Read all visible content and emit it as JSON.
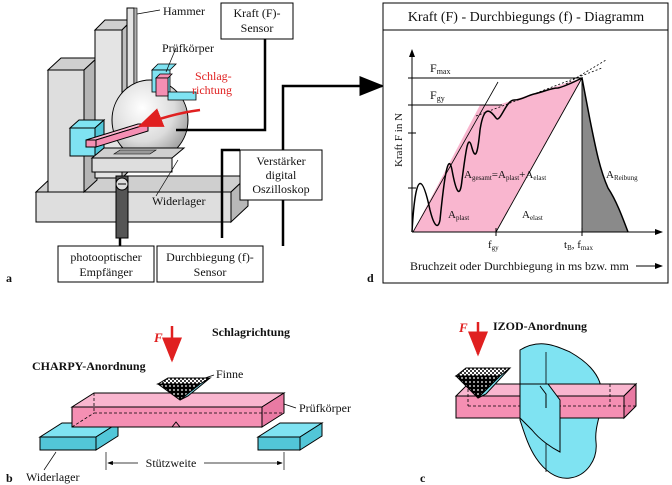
{
  "panel_a": {
    "letter": "a",
    "hammer": "Hammer",
    "pruefkoerper": "Prüfkörper",
    "schlag_1": "Schlag-",
    "schlag_2": "richtung",
    "kraft_1": "Kraft (F)-",
    "kraft_2": "Sensor",
    "verstaerker_1": "Verstärker",
    "verstaerker_2": "digital",
    "verstaerker_3": "Oszilloskop",
    "widerlager": "Widerlager",
    "photo_1": "photooptischer",
    "photo_2": "Empfänger",
    "durch_1": "Durchbiegung (f)-",
    "durch_2": "Sensor"
  },
  "panel_d": {
    "letter": "d",
    "title": "Kraft (F) - Durchbiegungs (f) - Diagramm",
    "y_label": "Kraft F in N",
    "x_label": "Bruchzeit oder Durchbiegung in ms bzw. mm",
    "fmax": "F",
    "fmax_sub": "max",
    "fgy": "F",
    "fgy_sub": "gy",
    "a_ges": "A",
    "a_ges_sub": "gesamt",
    "a_ges_eq": "=A",
    "a_plast_sub_eq": "plast",
    "a_plus": "+A",
    "a_elast_sub_eq": "elast",
    "a_plast": "A",
    "a_plast_sub": "plast",
    "a_elast": "A",
    "a_elast_sub": "elast",
    "a_reib": "A",
    "a_reib_sub": "Reibung",
    "x_fgy": "f",
    "x_fgy_sub": "gy",
    "x_tb": "t",
    "x_tb_sub": "B",
    "x_fmax": ", f",
    "x_fmax_sub": "max",
    "colors": {
      "plast": "#f9b6cf",
      "reibung": "#8a8a8a"
    }
  },
  "panel_b": {
    "letter": "b",
    "force": "F",
    "schlagrichtung": "Schlagrichtung",
    "anordnung": "CHARPY-Anordnung",
    "finne": "Finne",
    "pruefkoerper": "Prüfkörper",
    "widerlager": "Widerlager",
    "stuetzweite": "Stützweite"
  },
  "panel_c": {
    "letter": "c",
    "force": "F",
    "anordnung": "IZOD-Anordnung"
  },
  "colors": {
    "cyan": "#7fe3f2",
    "pink": "#f58fb3",
    "grey": "#d0d0d0",
    "red": "#e02020"
  }
}
